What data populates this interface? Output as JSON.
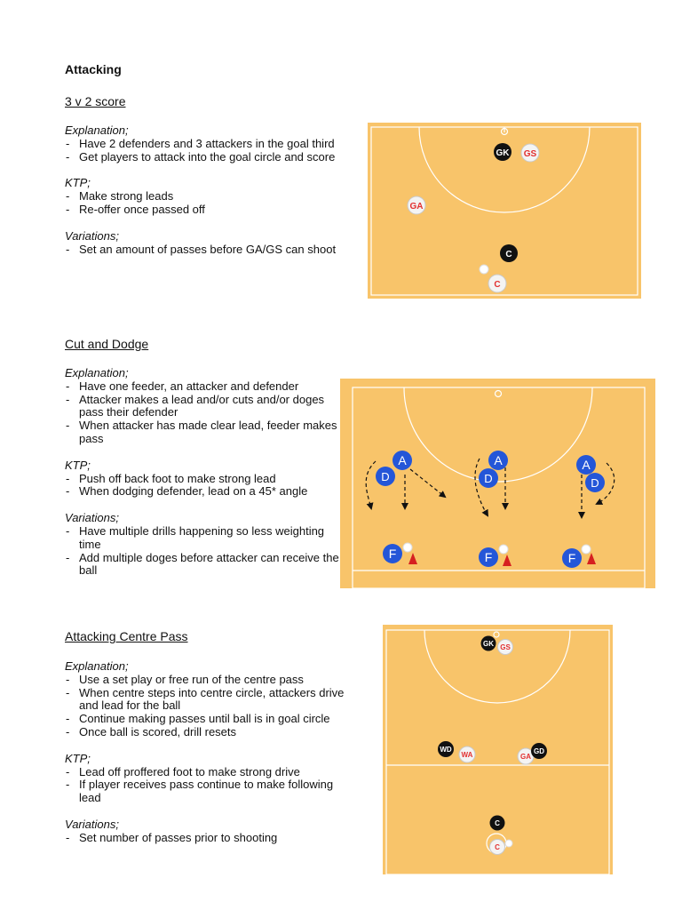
{
  "page_heading": "Attacking",
  "sections": [
    {
      "title": "3 v 2 score",
      "explanation_label": "Explanation;",
      "explanation": [
        "Have 2 defenders and 3 attackers in the goal third",
        "Get players to attack into the goal circle and score"
      ],
      "ktp_label": "KTP;",
      "ktp": [
        "Make strong leads",
        "Re-offer once passed off"
      ],
      "variations_label": "Variations;",
      "variations": [
        "Set an amount of passes before GA/GS can shoot"
      ]
    },
    {
      "title": "Cut and Dodge",
      "explanation_label": "Explanation;",
      "explanation": [
        "Have one feeder, an attacker and defender",
        "Attacker makes a lead and/or cuts and/or doges pass their defender",
        "When attacker has made clear lead, feeder makes pass"
      ],
      "ktp_label": "KTP;",
      "ktp": [
        "Push off back foot to make strong lead",
        "When dodging defender, lead on a 45* angle"
      ],
      "variations_label": "Variations;",
      "variations": [
        "Have multiple drills happening so less weighting time",
        "Add multiple doges before attacker can receive the ball"
      ]
    },
    {
      "title": "Attacking Centre Pass",
      "explanation_label": "Explanation;",
      "explanation": [
        "Use a set play or free run of the centre pass",
        "When centre steps into centre circle, attackers drive and lead for the ball",
        "Continue making passes until ball is in goal circle",
        "Once ball is scored, drill resets"
      ],
      "ktp_label": "KTP;",
      "ktp": [
        "Lead off proffered foot to make strong drive",
        "If player receives pass continue to make following lead"
      ],
      "variations_label": "Variations;",
      "variations": [
        "Set number of passes prior to shooting"
      ]
    }
  ],
  "diagram1": {
    "players": {
      "gk": "GK",
      "gs": "GS",
      "ga": "GA",
      "c_def": "C",
      "c_att": "C"
    }
  },
  "diagram2": {
    "attacker": "A",
    "defender": "D",
    "feeder": "F"
  },
  "diagram3": {
    "players": {
      "gk": "GK",
      "gs": "GS",
      "wd": "WD",
      "wa": "WA",
      "ga": "GA",
      "gd": "GD",
      "c_def": "C",
      "c_att": "C"
    }
  },
  "colors": {
    "court": "#F8C46A",
    "line": "#FFFFFF",
    "defender_token": "#111111",
    "attacker_token": "#F4F4F4",
    "attacker_text": "#E23030",
    "drill_token": "#2456D8",
    "cone": "#D62020"
  }
}
